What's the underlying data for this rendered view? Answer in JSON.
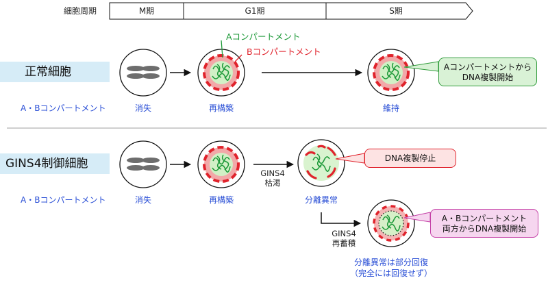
{
  "timeline": {
    "label": "細胞周期",
    "phases": [
      "M期",
      "G1期",
      "S期"
    ]
  },
  "compartment_labels": {
    "a": "Aコンパートメント",
    "b": "Bコンパートメント"
  },
  "normal": {
    "title": "正常細胞",
    "row_label": "A・Bコンパートメント",
    "stages": [
      "消失",
      "再構築",
      "維持"
    ],
    "callout": [
      "Aコンパートメントから",
      "DNA複製開始"
    ]
  },
  "gins4": {
    "title": "GINS4制御細胞",
    "row_label": "A・Bコンパートメント",
    "stages": [
      "消失",
      "再構築",
      "分離異常"
    ],
    "depletion_label": [
      "GINS4",
      "枯渇"
    ],
    "replenish_label": [
      "GINS4",
      "再蓄積"
    ],
    "callout_stop": "DNA複製停止",
    "callout_restart": [
      "A・Bコンパートメント",
      "両方からDNA複製開始"
    ],
    "recovery_note": [
      "分離異常は部分回復",
      "（完全には回復せず）"
    ]
  },
  "colors": {
    "a_compartment": "#1f9a3a",
    "b_compartment": "#e0232c",
    "row_label_blue": "#2a4fd6",
    "title_band": "#d6ecf7",
    "callout_green_bg": "#d9f2d6",
    "callout_red_bg": "#fde3e3",
    "callout_pink_bg": "#f6d6ef"
  },
  "icons": [
    "chromosome-cluster-icon",
    "nucleus-icon",
    "right-arrow-icon"
  ]
}
